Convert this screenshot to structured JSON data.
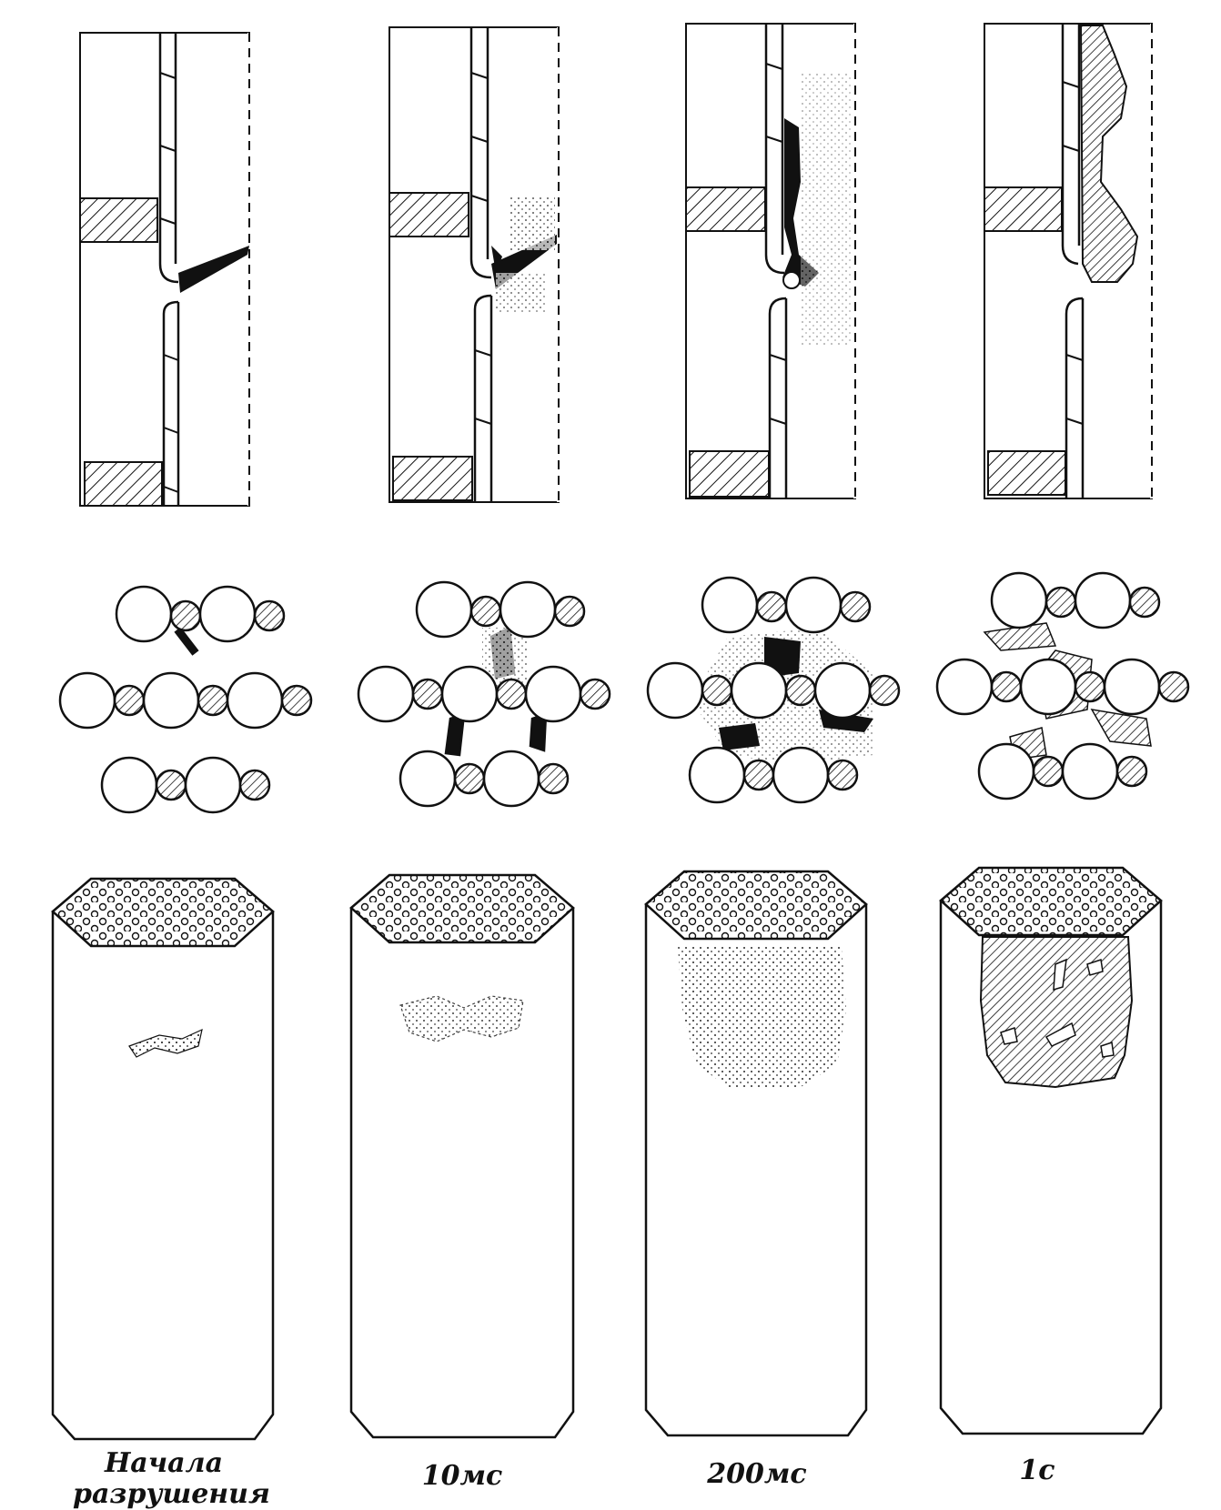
{
  "stages": [
    {
      "id": "start",
      "caption_lines": [
        "Начала",
        "разрушения"
      ]
    },
    {
      "id": "t10",
      "caption_lines": [
        "10мс"
      ]
    },
    {
      "id": "t200",
      "caption_lines": [
        "200мс"
      ]
    },
    {
      "id": "t1",
      "caption_lines": [
        "1с"
      ]
    }
  ],
  "colors": {
    "ink": "#111111",
    "paper": "#ffffff"
  }
}
